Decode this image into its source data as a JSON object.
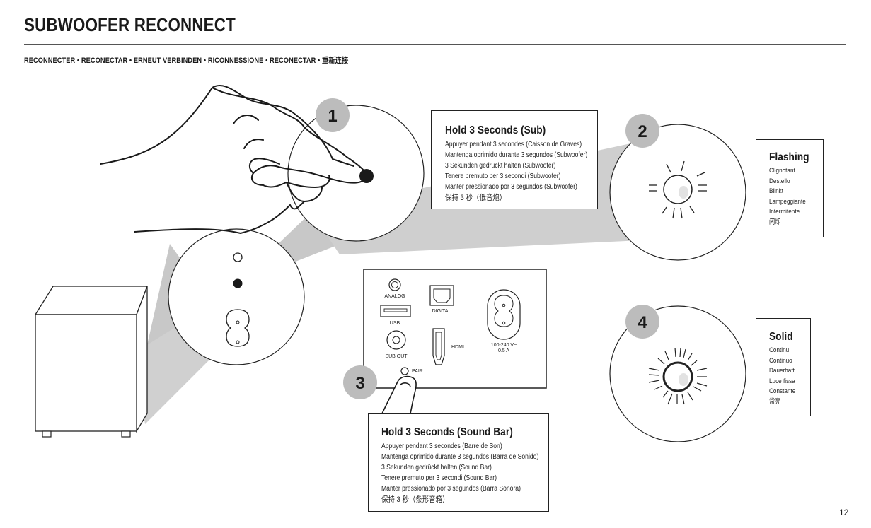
{
  "page": {
    "title": "SUBWOOFER RECONNECT",
    "subtitle": "RECONNECTER • RECONECTAR • ERNEUT VERBINDEN • RICONNESSIONE • RECONECTAR • 重新连接",
    "page_number": "12"
  },
  "steps": [
    {
      "number": "1"
    },
    {
      "number": "2"
    },
    {
      "number": "3"
    },
    {
      "number": "4"
    }
  ],
  "hold_sub": {
    "title": "Hold 3 Seconds (Sub)",
    "lines": [
      "Appuyer pendant 3 secondes (Caisson de Graves)",
      "Mantenga oprimido durante 3 segundos (Subwoofer)",
      "3 Sekunden gedrückt halten (Subwoofer)",
      "Tenere premuto per 3 secondi (Subwoofer)",
      "Manter pressionado por 3 segundos (Subwoofer)",
      "保持 3 秒（低音炮）"
    ]
  },
  "hold_bar": {
    "title": "Hold 3 Seconds (Sound Bar)",
    "lines": [
      "Appuyer pendant 3 secondes (Barre de Son)",
      "Mantenga oprimido durante 3 segundos (Barra de Sonido)",
      "3 Sekunden gedrückt halten (Sound Bar)",
      "Tenere premuto per 3 secondi (Sound Bar)",
      "Manter pressionado por 3 segundos (Barra Sonora)",
      "保持 3 秒（条形音箱）"
    ]
  },
  "flashing": {
    "title": "Flashing",
    "lines": [
      "Clignotant",
      "Destello",
      "Blinkt",
      "Lampeggiante",
      "Intermitente",
      "闪烁"
    ]
  },
  "solid": {
    "title": "Solid",
    "lines": [
      "Continu",
      "Continuo",
      "Dauerhaft",
      "Luce fissa",
      "Constante",
      "常亮"
    ]
  },
  "panel": {
    "analog": "ANALOG",
    "usb": "USB",
    "digital": "DIGITAL",
    "hdmi": "HDMI",
    "sub_out": "SUB OUT",
    "power_line1": "100-240 V~",
    "power_line2": "0.5 A",
    "pair": "PAIR"
  }
}
